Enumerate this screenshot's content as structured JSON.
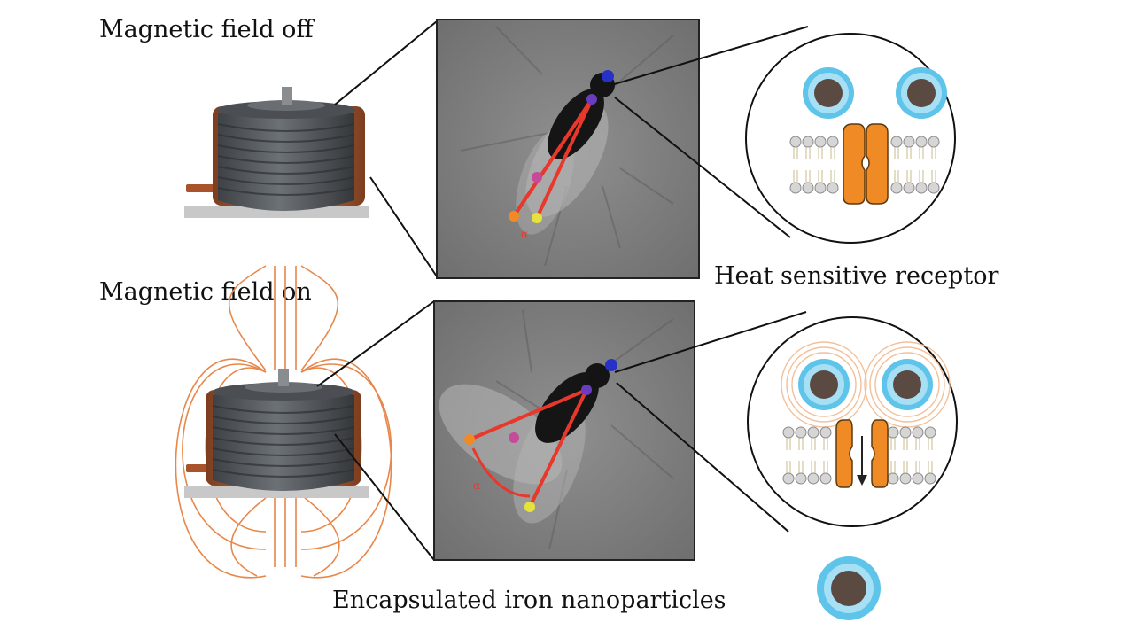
{
  "labels": {
    "field_off": "Magnetic field off",
    "field_on": "Magnetic field on",
    "heat_receptor": "Heat sensitive receptor",
    "nanoparticles": "Encapsulated iron nanoparticles",
    "angle_symbol": "α"
  },
  "colors": {
    "copper": "#b5663a",
    "coil_gray": "#5a5e62",
    "field_line": "#e8874a",
    "shell_blue": "#5fc4ea",
    "core_brown": "#5a4a42",
    "receptor_orange": "#f08a24",
    "lipid_gray": "#cfcfcf",
    "tracking_red": "#e8382c"
  },
  "icons": [
    "electromagnet-coil-icon",
    "fly-photo",
    "nanoparticle-icon",
    "membrane-receptor-icon"
  ]
}
